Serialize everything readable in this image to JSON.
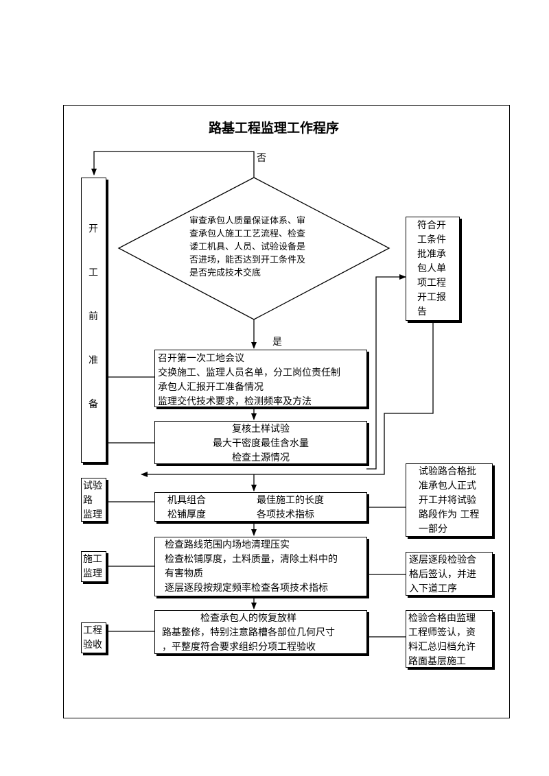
{
  "title": "路基工程监理工作程序",
  "side_prep": [
    "开",
    "工",
    "前",
    "准",
    "备"
  ],
  "diamond": {
    "lines": [
      "审查承包人质量保证体系、审",
      "查承包人施工工艺流程、检查",
      "诿工机具、人员、试验设备是",
      "否进场，能否达到开工条件及",
      "是否完成技术交底"
    ],
    "no_label": "否",
    "yes_label": "是"
  },
  "report_box": [
    "符合开",
    "工条件",
    "批准承",
    "包人单",
    "项工程",
    "开工报",
    "告"
  ],
  "meeting_box": [
    "召开第一次工地会议",
    "交换施工、监理人员名单，分工岗位责任制",
    "承包人汇报开工准备情况",
    "监理交代技术要求，检测频率及方法"
  ],
  "soil_box": [
    "复核土样试验",
    "最大干密度最佳含水量",
    "检查土源情况"
  ],
  "trial_side": [
    "试验",
    "路",
    "监理"
  ],
  "trial_box": {
    "left": [
      "机具组合",
      "松铺厚度"
    ],
    "right": [
      "最佳施工的长度",
      "各项技术指标"
    ]
  },
  "trial_pass_box": [
    "试验路合格批",
    "准承包人正式",
    "开工并将试验",
    "路段作为 工程",
    "一部分"
  ],
  "construct_side": [
    "施工",
    "监理"
  ],
  "construct_box": [
    "检查路线范围内场地清理压实",
    "检查松铺厚度，土料质量，清除土料中的",
    "有害物质",
    "逐层逐段按规定频率检查各项技术指标"
  ],
  "construct_pass_box": [
    "逐层逐段检验合",
    "格后签认，并进",
    "入下道工序"
  ],
  "accept_side": [
    "工程",
    "验收"
  ],
  "accept_box": [
    "检查承包人的恢复放样",
    "路基整修，特别注意路槽各部位几何尺寸",
    "，平整度符合要求组织分项工程验收"
  ],
  "accept_pass_box": [
    "检验合格由监理",
    "工程师签认，资",
    "料汇总归档允许",
    "路面基层施工"
  ]
}
